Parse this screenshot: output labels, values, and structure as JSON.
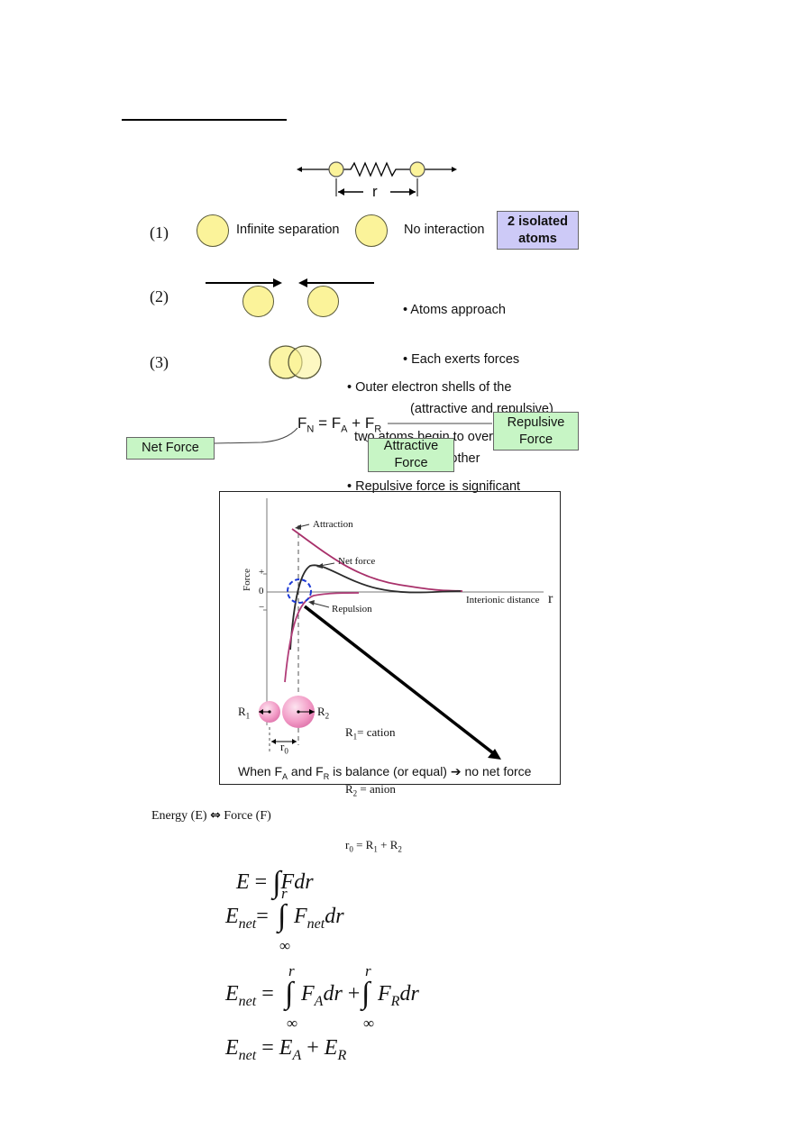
{
  "spring": {
    "r_label": "r"
  },
  "steps": [
    {
      "num": "(1)",
      "left": "Infinite separation",
      "right": "No interaction",
      "box": "2 isolated atoms"
    },
    {
      "num": "(2)",
      "bullets": [
        "• Atoms approach",
        "• Each exerts forces",
        "  (attractive and repulsive)",
        "  on the other"
      ]
    },
    {
      "num": "(3)",
      "bullets": [
        "• Outer electron shells of the",
        "  two atoms begin to overlap",
        "• Repulsive force is significant"
      ]
    }
  ],
  "force_eq": {
    "F": "F",
    "N": "N",
    "eq": " = ",
    "A": "A",
    "plus": " + ",
    "R": "R",
    "net_box": "Net Force",
    "attr_box": "Attractive Force",
    "rep_box": "Repulsive Force"
  },
  "chart": {
    "ylabel": "Force",
    "plus": "+",
    "zero": "0",
    "minus": "−",
    "attraction": "Attraction",
    "net": "Net force",
    "repulsion": "Repulsion",
    "xlabel": "Interionic distance",
    "r": "r",
    "R1": "R",
    "R1sub": "1",
    "R2": "R",
    "R2sub": "2",
    "r0": "r",
    "r0sub": "0",
    "legend": [
      {
        "a": "R",
        "sub": "1",
        "b": "= cation"
      },
      {
        "a": "R",
        "sub": "2",
        "b": " = anion"
      },
      {
        "a": "r",
        "sub": "0",
        "b": " = R",
        "sub2": "1",
        "c": " + R",
        "sub3": "2"
      }
    ],
    "caption_a": "When F",
    "caption_sub_a": "A",
    "caption_b": " and F",
    "caption_sub_b": "R",
    "caption_c": " is balance (or equal) ",
    "caption_arrow": "➔",
    "caption_d": " no net force",
    "colors": {
      "attraction": "#a8306a",
      "net": "#2b2b2b",
      "repulsion": "#b13c78",
      "circle": "#1d3ad6"
    }
  },
  "energy_line": {
    "a": "Energy (E) ",
    "arrows": "⇔",
    "b": " Force (F)"
  },
  "equations": {
    "e1": {
      "lhs": "E",
      "eq": " = ",
      "integrand": "Fdr"
    },
    "e2": {
      "lhs": "E",
      "sub": "net",
      "eq": "=",
      "upper": "r",
      "lower": "∞",
      "integrand": "F",
      "isub": "net",
      "d": "dr"
    },
    "e3": {
      "lhs": "E",
      "sub": "net",
      "eq": " = ",
      "upper": "r",
      "lower": "∞",
      "t1": "F",
      "t1sub": "A",
      "d1": "dr",
      "plus": " + ",
      "t2": "F",
      "t2sub": "R",
      "d2": "dr"
    },
    "e4": {
      "lhs": "E",
      "sub": "net",
      "eq": " = ",
      "a": "E",
      "asub": "A",
      "plus": " + ",
      "b": "E",
      "bsub": "R"
    }
  }
}
